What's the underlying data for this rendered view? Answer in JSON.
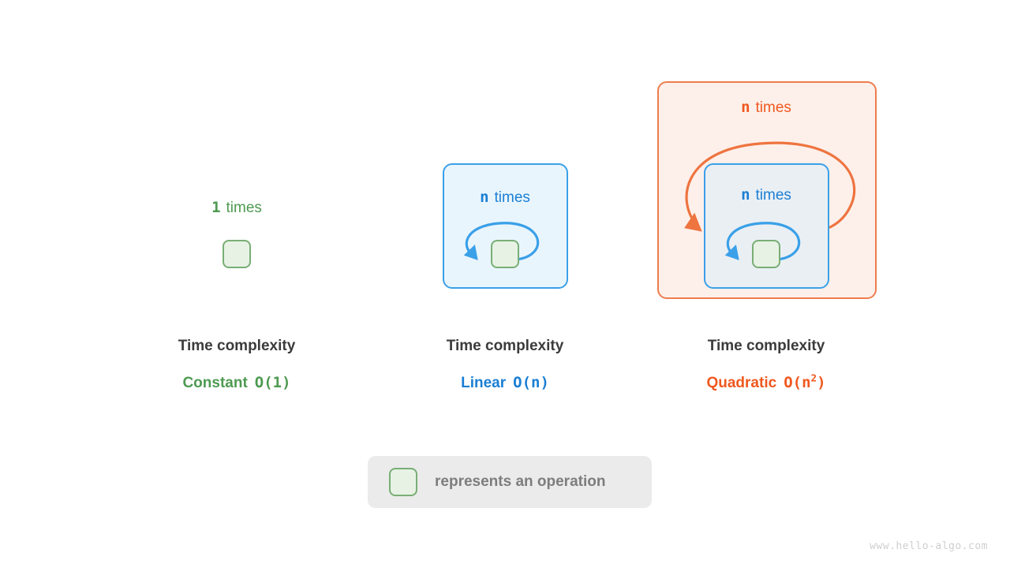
{
  "diagram": {
    "legend": {
      "icon": "operation-square",
      "text": "represents an operation"
    },
    "watermark": "www.hello-algo.com",
    "panels": [
      {
        "id": "constant",
        "loop_count": "1",
        "loop_word": "times",
        "accent_color": "#4e9a51",
        "caption_title": "Time complexity",
        "caption_name": "Constant",
        "caption_bigo": "O(1)",
        "caption_bigo_base": "O(1)",
        "caption_bigo_sup": ""
      },
      {
        "id": "linear",
        "loop_count": "n",
        "loop_word": "times",
        "accent_color": "#1b7fd4",
        "caption_title": "Time complexity",
        "caption_name": "Linear",
        "caption_bigo": "O(n)",
        "caption_bigo_base": "O(n)",
        "caption_bigo_sup": ""
      },
      {
        "id": "quadratic",
        "loop_count": "n",
        "loop_word": "times",
        "inner_loop_count": "n",
        "inner_loop_word": "times",
        "accent_color": "#f0581f",
        "caption_title": "Time complexity",
        "caption_name": "Quadratic",
        "caption_bigo": "O(n^2)",
        "caption_bigo_base": "O(n",
        "caption_bigo_sup": "2",
        "caption_bigo_tail": ")"
      }
    ]
  }
}
